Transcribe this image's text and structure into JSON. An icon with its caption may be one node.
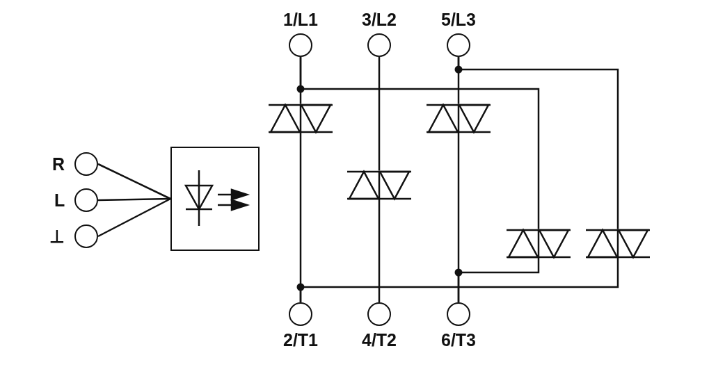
{
  "diagram": {
    "nodes": [
      {
        "text": [],
        "shape": "circle",
        "beside": [
          "1/L1"
        ]
      },
      {
        "text": [],
        "shape": "circle",
        "beside": [
          "3/L2"
        ]
      },
      {
        "text": [],
        "shape": "circle",
        "beside": [
          "5/L3"
        ]
      },
      {
        "text": [],
        "shape": "circle",
        "beside": [
          "2/T1"
        ]
      },
      {
        "text": [],
        "shape": "circle",
        "beside": [
          "4/T2"
        ]
      },
      {
        "text": [],
        "shape": "circle",
        "beside": [
          "6/T3"
        ]
      },
      {
        "text": [],
        "shape": "circle",
        "beside": [
          "R"
        ]
      },
      {
        "text": [],
        "shape": "circle",
        "beside": [
          "L"
        ]
      },
      {
        "text": [],
        "shape": "circle",
        "beside": [
          "⊥"
        ]
      },
      {
        "text": [],
        "shape": "box"
      },
      {
        "text": [],
        "shape": "triac"
      },
      {
        "text": [],
        "shape": "triac"
      },
      {
        "text": [],
        "shape": "triac"
      },
      {
        "text": [],
        "shape": "triac"
      },
      {
        "text": [],
        "shape": "triac"
      }
    ],
    "edges": [
      {
        "from": 0,
        "to": 10,
        "arrow": "none"
      },
      {
        "from": 0,
        "to": 13,
        "arrow": "none"
      },
      {
        "from": 1,
        "to": 11,
        "arrow": "none"
      },
      {
        "from": 11,
        "to": 4,
        "arrow": "none"
      },
      {
        "from": 2,
        "to": 12,
        "arrow": "none"
      },
      {
        "from": 2,
        "to": 14,
        "arrow": "none"
      },
      {
        "from": 10,
        "to": 3,
        "arrow": "none"
      },
      {
        "from": 14,
        "to": 3,
        "arrow": "none"
      },
      {
        "from": 12,
        "to": 5,
        "arrow": "none"
      },
      {
        "from": 13,
        "to": 5,
        "arrow": "none"
      },
      {
        "from": 6,
        "to": 9,
        "arrow": "none"
      },
      {
        "from": 7,
        "to": 9,
        "arrow": "none"
      },
      {
        "from": 8,
        "to": 9,
        "arrow": "none"
      }
    ]
  }
}
